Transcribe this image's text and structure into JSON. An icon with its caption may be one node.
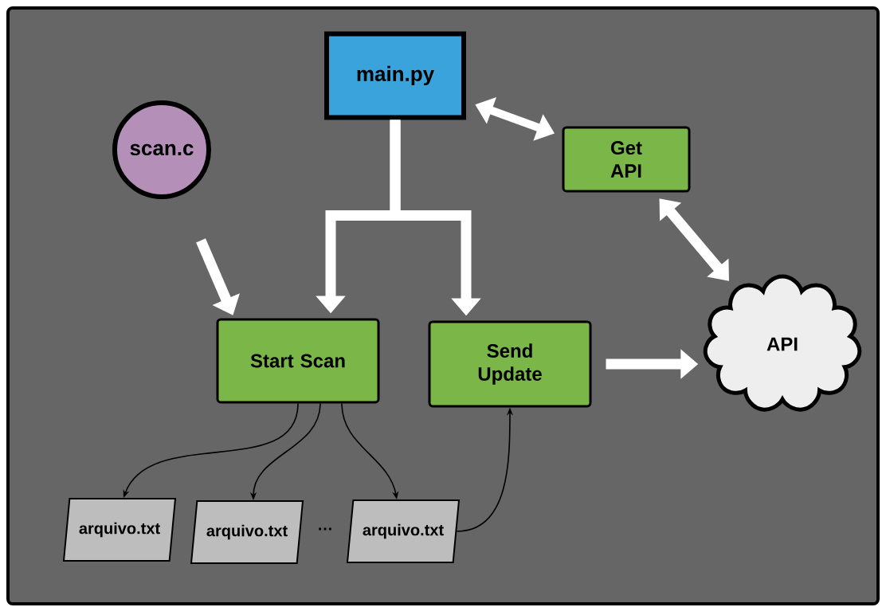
{
  "diagram": {
    "nodes": [
      {
        "text": [
          "main.py"
        ]
      },
      {
        "text": [
          "scan.c"
        ]
      },
      {
        "text": [
          "Get API"
        ]
      },
      {
        "text": [
          "Start Scan"
        ]
      },
      {
        "text": [
          "Send Update"
        ]
      },
      {
        "text": [
          "API"
        ]
      },
      {
        "text": [
          "arquivo.txt"
        ]
      },
      {
        "text": [
          "arquivo.txt"
        ]
      },
      {
        "text": [
          "arquivo.txt"
        ]
      }
    ],
    "edges": [
      {
        "from": 0,
        "to": 3,
        "arrow": "to"
      },
      {
        "from": 0,
        "to": 4,
        "arrow": "to"
      },
      {
        "from": 0,
        "to": 2,
        "arrow": "both"
      },
      {
        "from": 2,
        "to": 5,
        "arrow": "both"
      },
      {
        "from": 1,
        "to": 3,
        "arrow": "to"
      },
      {
        "from": 4,
        "to": 5,
        "arrow": "to"
      },
      {
        "from": 3,
        "to": 6,
        "arrow": "to",
        "color": "#000000"
      },
      {
        "from": 3,
        "to": 7,
        "arrow": "to",
        "color": "#000000"
      },
      {
        "from": 3,
        "to": 8,
        "arrow": "to",
        "color": "#000000"
      },
      {
        "from": 8,
        "to": 4,
        "arrow": "to",
        "color": "#000000"
      }
    ],
    "labels": [
      "…"
    ]
  }
}
